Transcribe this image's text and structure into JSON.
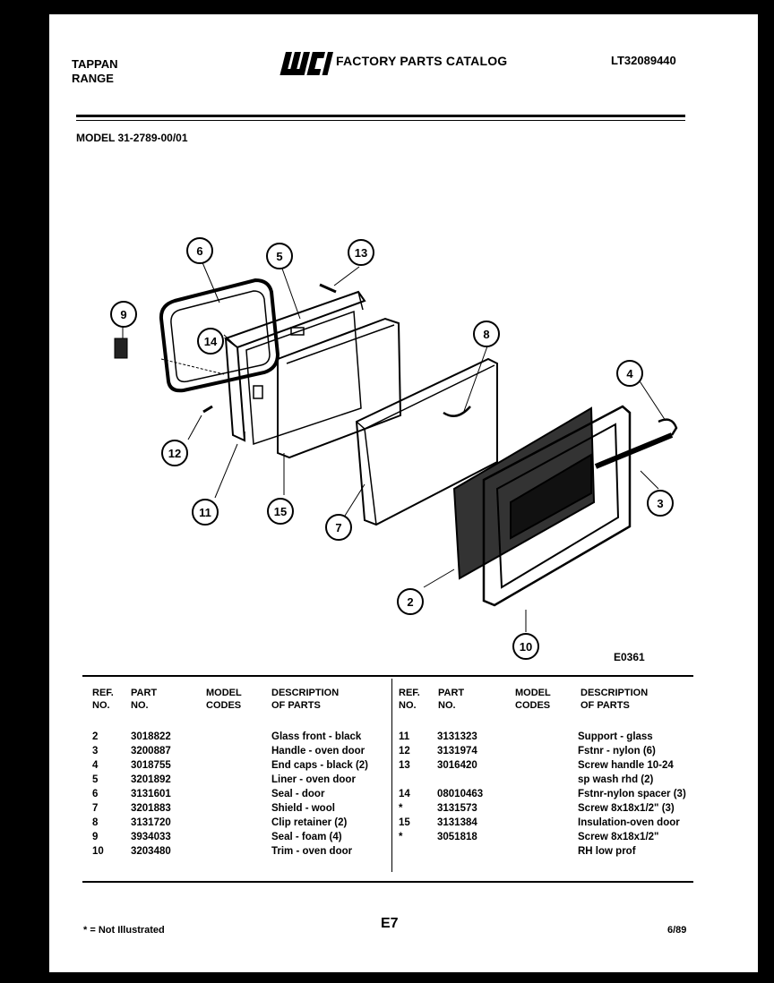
{
  "header": {
    "brand": "TAPPAN",
    "product": "RANGE",
    "logo_text": "WCI",
    "catalog_title": "FACTORY PARTS CATALOG",
    "catalog_id": "LT32089440",
    "model": "MODEL 31-2789-00/01"
  },
  "diagram": {
    "figure_code": "E0361",
    "callouts": [
      "6",
      "5",
      "13",
      "9",
      "14",
      "8",
      "4",
      "12",
      "11",
      "15",
      "7",
      "3",
      "2",
      "10"
    ]
  },
  "parts_table": {
    "headers": {
      "ref": [
        "REF.",
        "NO."
      ],
      "part": [
        "PART",
        "NO."
      ],
      "model": [
        "MODEL",
        "CODES"
      ],
      "desc": [
        "DESCRIPTION",
        "OF PARTS"
      ]
    },
    "left": [
      {
        "ref": "2",
        "part": "3018822",
        "desc": "Glass front - black"
      },
      {
        "ref": "3",
        "part": "3200887",
        "desc": "Handle - oven door"
      },
      {
        "ref": "4",
        "part": "3018755",
        "desc": "End caps - black (2)"
      },
      {
        "ref": "5",
        "part": "3201892",
        "desc": "Liner - oven door"
      },
      {
        "ref": "6",
        "part": "3131601",
        "desc": "Seal - door"
      },
      {
        "ref": "7",
        "part": "3201883",
        "desc": "Shield - wool"
      },
      {
        "ref": "8",
        "part": "3131720",
        "desc": "Clip retainer (2)"
      },
      {
        "ref": "9",
        "part": "3934033",
        "desc": "Seal - foam (4)"
      },
      {
        "ref": "10",
        "part": "3203480",
        "desc": "Trim - oven door"
      }
    ],
    "right": [
      {
        "ref": "11",
        "part": "3131323",
        "desc": "Support - glass"
      },
      {
        "ref": "12",
        "part": "3131974",
        "desc": "Fstnr - nylon (6)"
      },
      {
        "ref": "13",
        "part": "3016420",
        "desc": "Screw handle 10-24"
      },
      {
        "ref": "",
        "part": "",
        "desc": "sp wash rhd (2)"
      },
      {
        "ref": "14",
        "part": "08010463",
        "desc": "Fstnr-nylon spacer (3)"
      },
      {
        "ref": "*",
        "part": "3131573",
        "desc": "Screw 8x18x1/2\" (3)"
      },
      {
        "ref": "15",
        "part": "3131384",
        "desc": "Insulation-oven door"
      },
      {
        "ref": "*",
        "part": "3051818",
        "desc": "Screw 8x18x1/2\""
      },
      {
        "ref": "",
        "part": "",
        "desc": "RH low prof"
      }
    ]
  },
  "footer": {
    "footnote": "* = Not Illustrated",
    "page_code": "E7",
    "date_code": "6/89"
  }
}
